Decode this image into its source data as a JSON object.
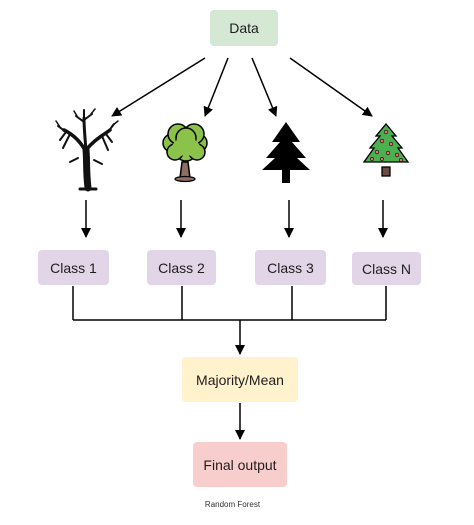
{
  "nodes": {
    "data": "Data",
    "classes": [
      "Class 1",
      "Class 2",
      "Class 3",
      "Class N"
    ],
    "aggregate": "Majority/Mean",
    "output": "Final output"
  },
  "caption": "Random Forest",
  "colors": {
    "data_box": "#d5e8d4",
    "class_box": "#e1d5e7",
    "aggregate_box": "#fff2cc",
    "output_box": "#f8cecc",
    "tree_foliage": "#8bc34a",
    "xmas_tree": "#4caf50",
    "ornament": "#e57373"
  },
  "icons": [
    "bare-tree-icon",
    "deciduous-tree-icon",
    "pine-tree-icon",
    "christmas-tree-icon"
  ]
}
